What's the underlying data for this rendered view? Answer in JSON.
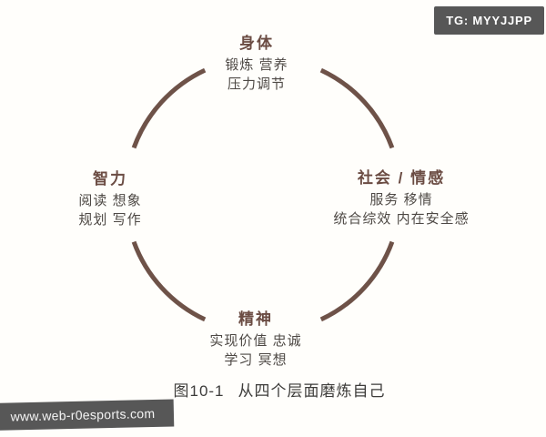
{
  "figure": {
    "caption_label": "图10-1",
    "caption_title": "从四个层面磨炼自己"
  },
  "diagram": {
    "type": "circle-of-four-dimensions",
    "sections": [
      {
        "position": "top",
        "title": "身体",
        "lines": [
          "锻炼 营养",
          "压力调节"
        ]
      },
      {
        "position": "left",
        "title": "智力",
        "lines": [
          "阅读 想象",
          "规划 写作"
        ]
      },
      {
        "position": "right",
        "title": "社会 / 情感",
        "lines": [
          "服务 移情",
          "统合综效 内在安全感"
        ]
      },
      {
        "position": "bottom",
        "title": "精神",
        "lines": [
          "实现价值 忠诚",
          "学习 冥想"
        ]
      }
    ]
  },
  "watermarks": {
    "telegram_badge": "TG: MYYJJPP",
    "website_ribbon": "www.web-r0esports.com"
  },
  "colors": {
    "arc": "#6e5248",
    "section_title": "#6b4c43",
    "section_text": "#4e4945",
    "caption_text": "#3d3c3a",
    "watermark_bg": "#575757",
    "watermark_text": "#ffffff",
    "background": "#fffefb"
  }
}
